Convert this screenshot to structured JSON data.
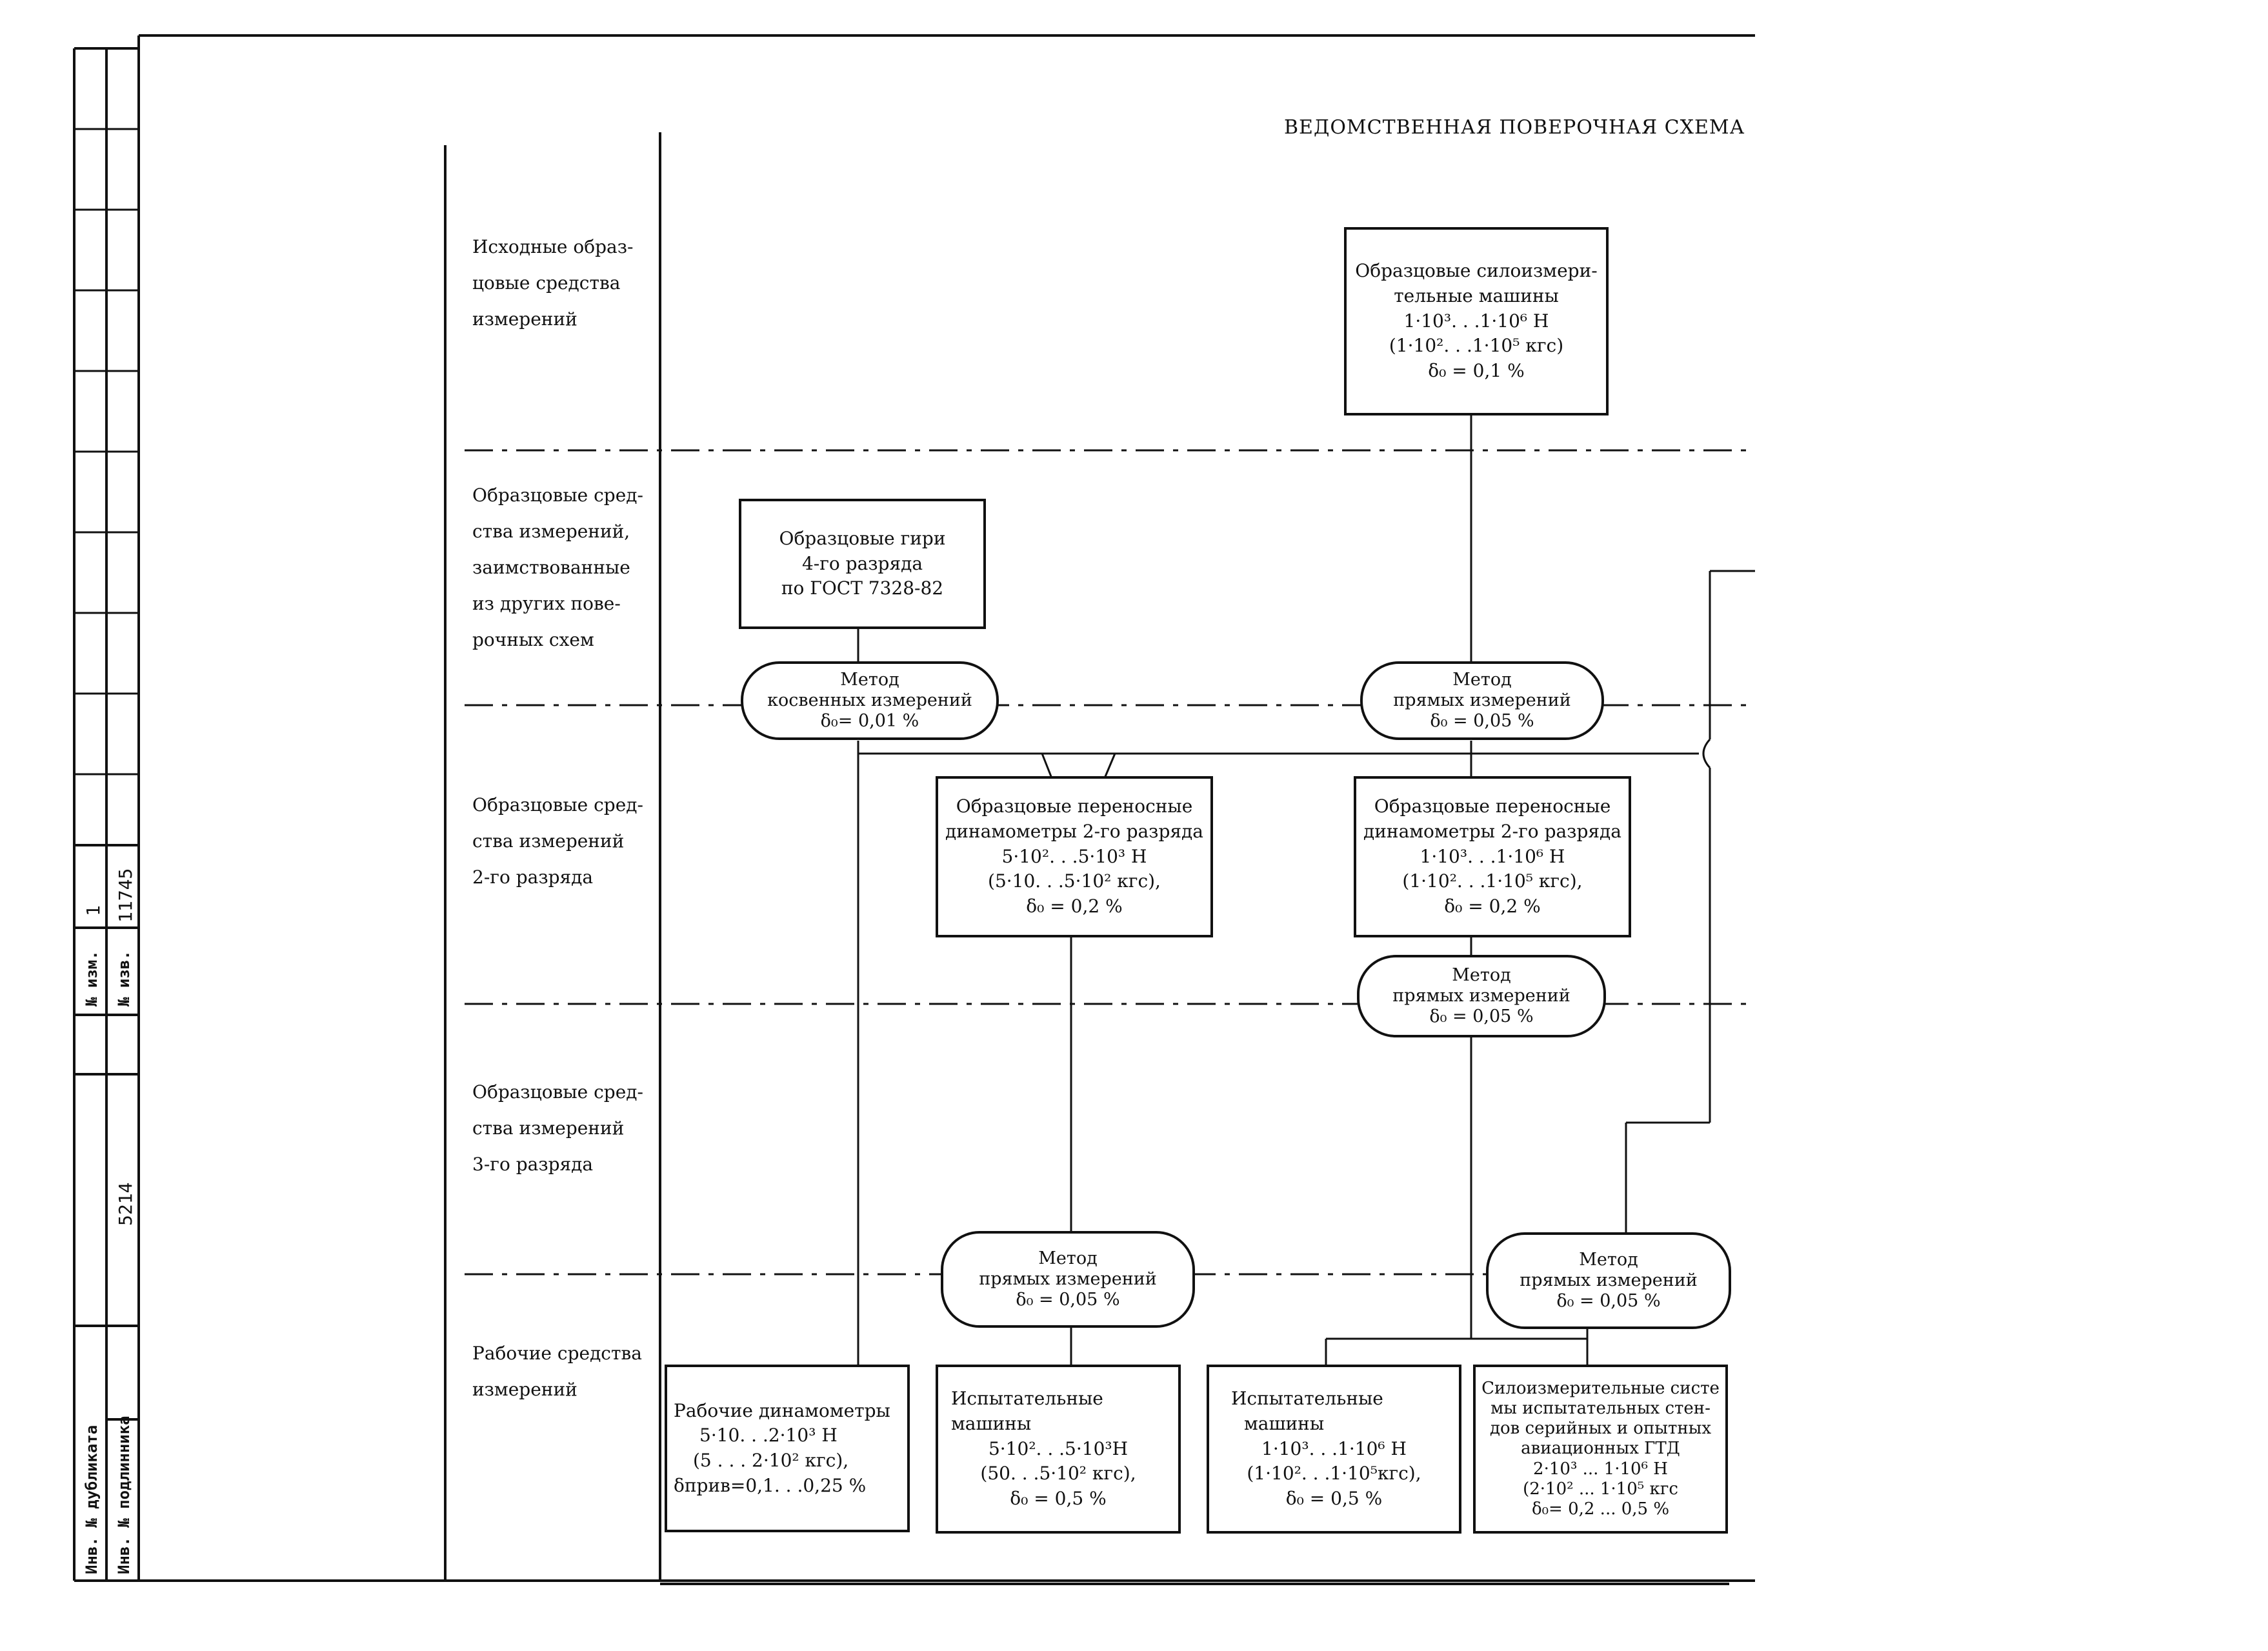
{
  "header": {
    "title": "ВЕДОМСТВЕННАЯ ПОВЕРОЧНАЯ СХЕМА"
  },
  "levels": [
    {
      "lines": [
        "Исходные образ-",
        "цовые средства",
        "измерений"
      ]
    },
    {
      "lines": [
        "Образцовые сред-",
        "ства измерений,",
        "заимствованные",
        "из других пове-",
        "рочных схем"
      ]
    },
    {
      "lines": [
        "Образцовые сред-",
        "ства измерений",
        "2-го разряда"
      ]
    },
    {
      "lines": [
        "Образцовые сред-",
        "ства измерений",
        "3-го разряда"
      ]
    },
    {
      "lines": [
        "Рабочие средства",
        "измерений"
      ]
    }
  ],
  "boxes": {
    "source_machines": [
      "Образцовые силоизмери-",
      "тельные машины",
      "1·10³. . .1·10⁶ Н",
      "(1·10². . .1·10⁵ кгс)",
      "δ₀ = 0,1 %"
    ],
    "weights": [
      "Образцовые гири",
      "4-го разряда",
      "по ГОСТ 7328-82"
    ],
    "dyn2_left": [
      "Образцовые переносные",
      "динамометры 2-го разряда",
      "5·10². . .5·10³ Н",
      "(5·10. . .5·10² кгс),",
      "δ₀ = 0,2 %"
    ],
    "dyn2_right": [
      "Образцовые переносные",
      "динамометры 2-го разряда",
      "1·10³. . .1·10⁶ Н",
      "(1·10². . .1·10⁵ кгс),",
      "δ₀ = 0,2 %"
    ],
    "work_dyn": [
      "Рабочие динамометры",
      "5·10. . .2·10³ Н",
      "(5 . . . 2·10² кгс),",
      "δприв=0,1. . .0,25 %"
    ],
    "test_machines_1": [
      "Испытательные",
      "машины",
      "5·10². . .5·10³Н",
      "(50. . .5·10² кгс),",
      "δ₀ = 0,5 %"
    ],
    "test_machines_2": [
      "Испытательные",
      "машины",
      "1·10³. . .1·10⁶ Н",
      "(1·10². . .1·10⁵кгс),",
      "δ₀ = 0,5 %"
    ],
    "force_systems": [
      "Силоизмерительные систе",
      "мы испытательных стен-",
      "дов серийных и опытных",
      "авиационных ГТД",
      "2·10³ ... 1·10⁶ Н",
      "(2·10² ... 1·10⁵ кгс",
      "δ₀= 0,2 ... 0,5 %"
    ]
  },
  "methods": {
    "indirect": [
      "Метод",
      "косвенных измерений",
      "δ₀= 0,01 %"
    ],
    "direct_a": [
      "Метод",
      "прямых измерений",
      "δ₀ = 0,05 %"
    ],
    "direct_b": [
      "Метод",
      "прямых измерений",
      "δ₀ = 0,05 %"
    ],
    "direct_c": [
      "Метод",
      "прямых измерений",
      "δ₀ = 0,05 %"
    ],
    "direct_d": [
      "Метод",
      "прямых измерений",
      "δ₀ = 0,05 %"
    ]
  },
  "stamp": {
    "izm_label": "№ изм.",
    "izm_value": "1",
    "izv_label": "№ изв.",
    "izv_value": "11745",
    "dup_label": "Инв. № дубликата",
    "dup_value": "5214",
    "orig_label": "Инв. № подлинника"
  }
}
